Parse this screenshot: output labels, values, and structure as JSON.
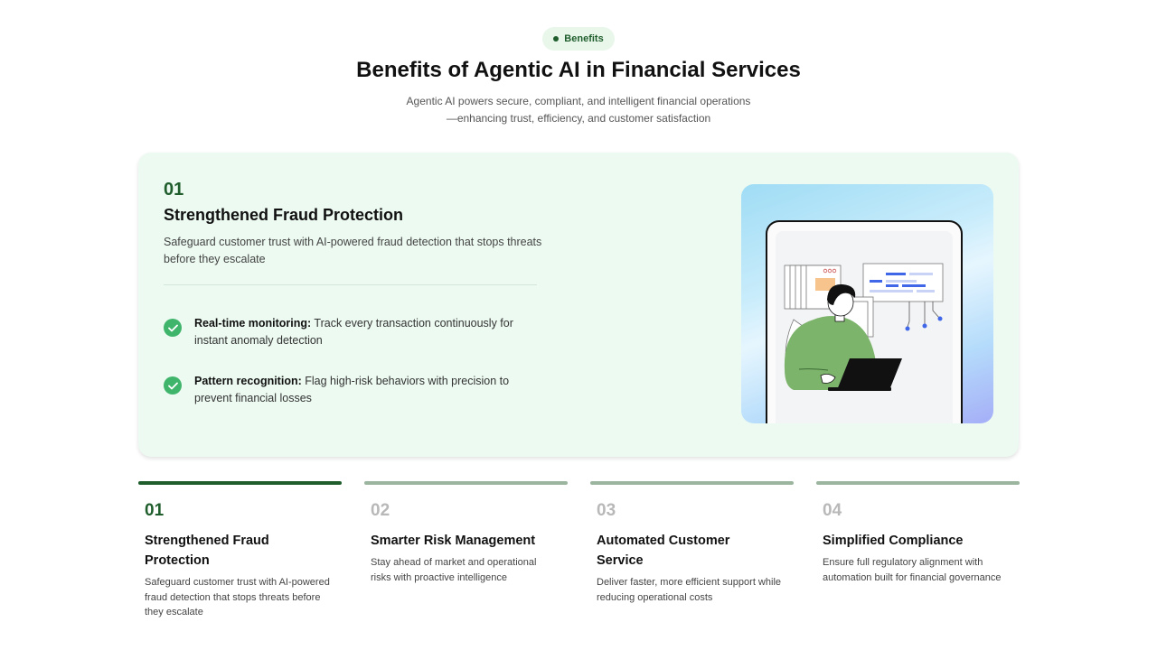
{
  "badge": {
    "label": "Benefits"
  },
  "header": {
    "title": "Benefits of Agentic AI in Financial Services",
    "subtitle_line1": "Agentic AI powers secure, compliant, and intelligent financial operations",
    "subtitle_line2": "—enhancing trust, efficiency, and customer satisfaction"
  },
  "hero": {
    "number": "01",
    "title": "Strengthened Fraud Protection",
    "description": "Safeguard customer trust with AI-powered fraud detection that stops threats before they escalate",
    "points": [
      {
        "label": "Real-time monitoring:",
        "text": "Track every transaction continuously for instant anomaly detection"
      },
      {
        "label": "Pattern recognition:",
        "text": "Flag high-risk behaviors with precision to prevent financial losses"
      }
    ]
  },
  "tabs": [
    {
      "number": "01",
      "title": "Strengthened Fraud Protection",
      "description": "Safeguard customer trust with AI-powered fraud detection that stops threats before they escalate",
      "active": true
    },
    {
      "number": "02",
      "title": "Smarter Risk Management",
      "description": "Stay ahead of market and operational risks with proactive intelligence",
      "active": false
    },
    {
      "number": "03",
      "title": "Automated Customer Service",
      "description": "Deliver faster, more efficient support while reducing operational costs",
      "active": false
    },
    {
      "number": "04",
      "title": "Simplified Compliance",
      "description": "Ensure full regulatory alignment with automation built for financial governance",
      "active": false
    }
  ],
  "colors": {
    "accent": "#1f5e2c",
    "check": "#3fb56c",
    "hero_bg": "#ecfaf1",
    "inactive_bar": "#9bb59f"
  },
  "icons": {
    "check": "check-icon",
    "badge_dot": "dot-icon"
  }
}
